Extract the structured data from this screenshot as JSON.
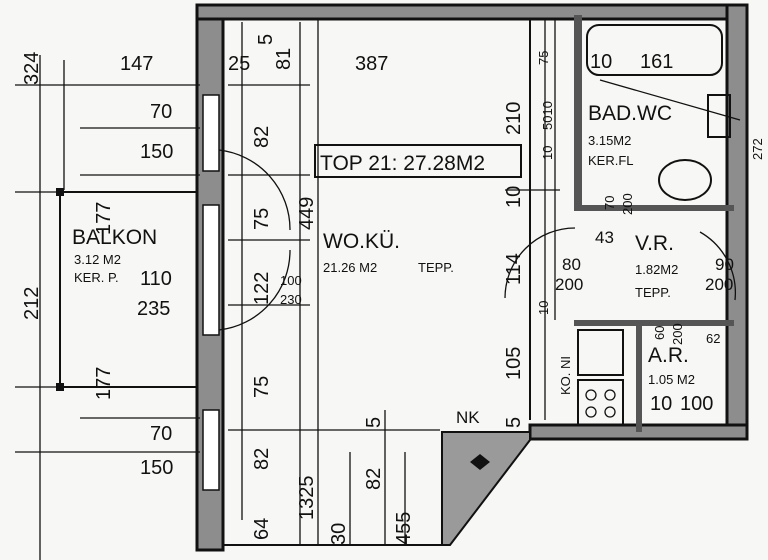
{
  "plan": {
    "apartment_label": "TOP 21: 27.28M2",
    "rooms": {
      "living": {
        "name": "WO.KÜ.",
        "area": "21.26 M2",
        "floor": "TEPP."
      },
      "balcony": {
        "name": "BALKON",
        "area": "3.12 M2",
        "floor": "KER. P."
      },
      "bath": {
        "name": "BAD.WC",
        "area": "3.15M2",
        "floor": "KER.FL"
      },
      "hall": {
        "name": "V.R.",
        "area": "1.82M2",
        "floor": "TEPP."
      },
      "storage": {
        "name": "A.R.",
        "area": "1.05 M2"
      }
    },
    "kitchen_label": "KO. NI",
    "niche_label": "NK",
    "dims": {
      "left_324": "324",
      "left_212": "212",
      "top_147": "147",
      "top_25": "25",
      "top_5": "5",
      "top_81": "81",
      "top_387": "387",
      "top_75": "75",
      "top_10": "10",
      "top_161": "161",
      "win1_70": "70",
      "win1_150": "150",
      "bal_177a": "177",
      "bal_110": "110",
      "bal_235": "235",
      "bal_177b": "177",
      "win2_70": "70",
      "win2_150": "150",
      "col_82a": "82",
      "col_75a": "75",
      "col_449": "449",
      "col_122": "122",
      "door_100": "100",
      "door_230": "230",
      "col_75b": "75",
      "col_82b": "82",
      "col_64": "64",
      "col_1325": "1325",
      "bot_30": "30",
      "bot_5": "5",
      "bot_82": "82",
      "bot_455": "455",
      "r_210": "210",
      "r_5010": "5010",
      "r_10a": "10",
      "r_10b": "10",
      "r_114": "114",
      "r_80": "80",
      "r_200a": "200",
      "r_43": "43",
      "r_70": "70",
      "r_200b": "200",
      "r_90": "90",
      "r_200c": "200",
      "r_10c": "10",
      "r_105": "105",
      "r_5": "5",
      "r_60": "60",
      "r_200d": "200",
      "r_62": "62",
      "r_10d": "10",
      "r_100": "100",
      "r_272": "272"
    }
  }
}
